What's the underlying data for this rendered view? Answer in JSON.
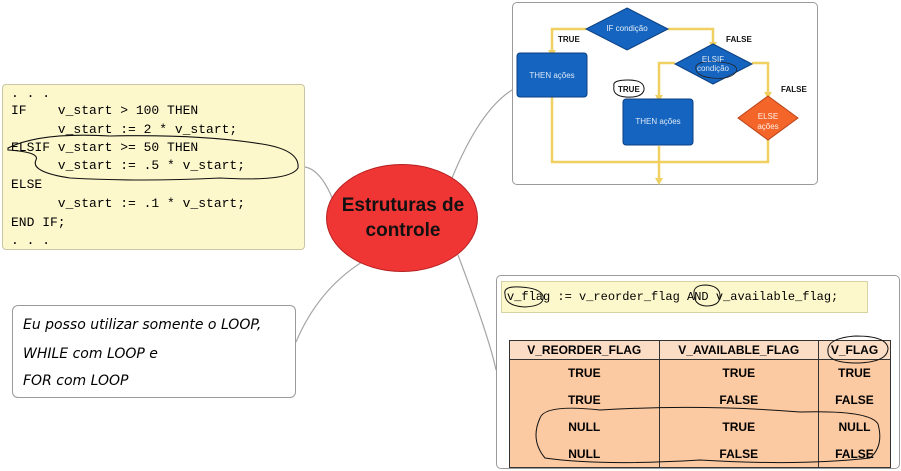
{
  "center": {
    "line1": "Estruturas de",
    "line2": "controle"
  },
  "code": {
    "lines": [
      ". . .",
      "IF    v_start > 100 THEN",
      "      v_start := 2 * v_start;",
      "ELSIF v_start >= 50 THEN",
      "      v_start := .5 * v_start;",
      "ELSE",
      "      v_start := .1 * v_start;",
      "END IF;",
      ". . ."
    ]
  },
  "note": {
    "lines": [
      "Eu posso utilizar somente o LOOP,",
      "WHILE com LOOP e",
      "FOR com LOOP"
    ]
  },
  "flowchart": {
    "if_label": "IF condição",
    "true1": "TRUE",
    "false1": "FALSE",
    "then1": "THEN ações",
    "elsif_label1": "ELSIF",
    "elsif_label2": "condição",
    "true2": "TRUE",
    "false2": "FALSE",
    "then2": "THEN ações",
    "else_label1": "ELSE",
    "else_label2": "ações",
    "colors": {
      "decision": "#1565c0",
      "action": "#1565c0",
      "else": "#f4652a",
      "arrow": "#f0d060"
    }
  },
  "truth": {
    "assignment": "v_flag := v_reorder_flag AND v_available_flag;",
    "headers": [
      "V_REORDER_FLAG",
      "V_AVAILABLE_FLAG",
      "V_FLAG"
    ],
    "rows": [
      [
        "TRUE",
        "TRUE",
        "TRUE"
      ],
      [
        "TRUE",
        "FALSE",
        "FALSE"
      ],
      [
        "NULL",
        "TRUE",
        "NULL"
      ],
      [
        "NULL",
        "FALSE",
        "FALSE"
      ]
    ]
  }
}
